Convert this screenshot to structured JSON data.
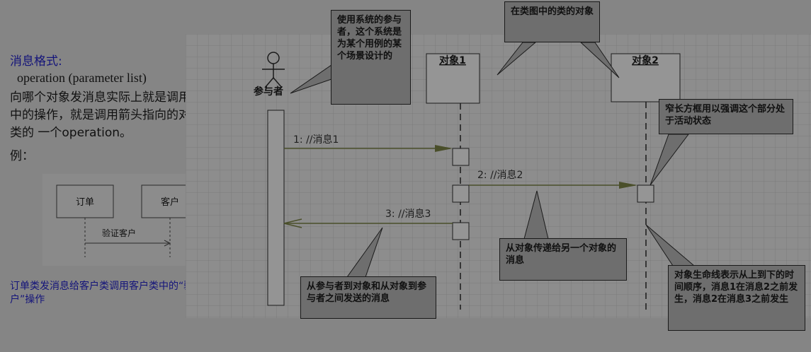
{
  "heading_fragment": "",
  "left_panel": {
    "format_label": "消息格式:",
    "operation_syntax": "operation (parameter list)",
    "description": "向哪个对象发消息实际上就是调用它的类中的操作，就是调用箭头指向的对象所在类的 一个operation。",
    "example_label": "例：",
    "example_diagram": {
      "object_a": "订单",
      "object_b": "客户",
      "message": "验证客户"
    },
    "caption": "订单类发消息给客户类调用客户类中的“验证客户”操作"
  },
  "diagram": {
    "actor_label": "参与者",
    "object1_label": "对象1",
    "object2_label": "对象2",
    "messages": [
      {
        "label": "1: //消息1"
      },
      {
        "label": "2: //消息2"
      },
      {
        "label": "3: //消息3"
      }
    ]
  },
  "callouts": {
    "actor_note": "使用系统的参与者，这个系统是为某个用例的某个场景设计的",
    "class_note": "在类图中的类的对象",
    "activation_note": "窄长方框用以强调这个部分处于活动状态",
    "message_note": "从参与者到对象和从对象到参与者之间发送的消息",
    "object_message_note": "从对象传递给另一个对象的消息",
    "lifeline_note": "对象生命线表示从上到下的时间顺序，消息1在消息2之前发生，消息2在消息3之前发生"
  }
}
